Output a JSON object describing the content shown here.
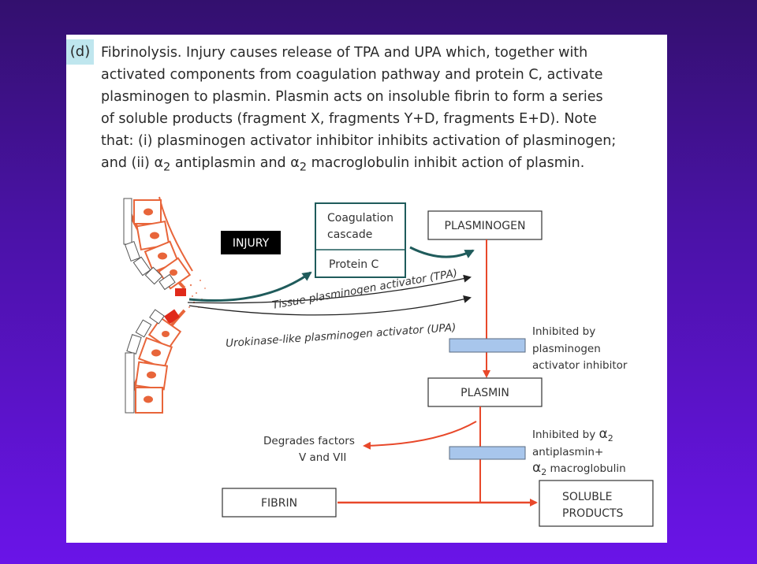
{
  "panel_label": "(d)",
  "caption": {
    "line1": "Fibrinolysis. Injury causes release of TPA and UPA which, together with",
    "line2": "activated components from coagulation pathway and protein C, activate",
    "line3": "plasminogen to plasmin. Plasmin acts on insoluble fibrin to form a series",
    "line4": "of soluble products (fragment X, fragments Y+D, fragments E+D). Note",
    "line5": "that: (i) plasminogen activator inhibitor inhibits activation of plasminogen;",
    "line6_a": "and (ii) ",
    "alpha": "α",
    "sub2": "2",
    "line6_b": " antiplasmin and ",
    "line6_c": " macroglobulin inhibit action of plasmin."
  },
  "diagram": {
    "injury": "INJURY",
    "coagulation_line1": "Coagulation",
    "coagulation_line2": "cascade",
    "protein_c": "Protein C",
    "plasminogen": "PLASMINOGEN",
    "tpa": "Tissue plasminogen activator (TPA)",
    "upa": "Urokinase-like plasminogen activator (UPA)",
    "inhib1_line1": "Inhibited by",
    "inhib1_line2": "plasminogen",
    "inhib1_line3": "activator inhibitor",
    "plasmin": "PLASMIN",
    "degrades_line1": "Degrades factors",
    "degrades_line2": "V and VII",
    "inhib2_line1_a": "Inhibited by ",
    "alpha": "α",
    "sub2": "2",
    "inhib2_line2": "antiplasmin+",
    "inhib2_line3": " macroglobulin",
    "fibrin": "FIBRIN",
    "soluble_line1": "SOLUBLE",
    "soluble_line2": "PRODUCTS"
  },
  "colors": {
    "arrow_red": "#e8482a",
    "arrow_teal": "#1f5b5b",
    "inhibitor_bar": "#a8c6ec",
    "cell_orange": "#e8653a",
    "cell_red": "#e02a1a"
  }
}
